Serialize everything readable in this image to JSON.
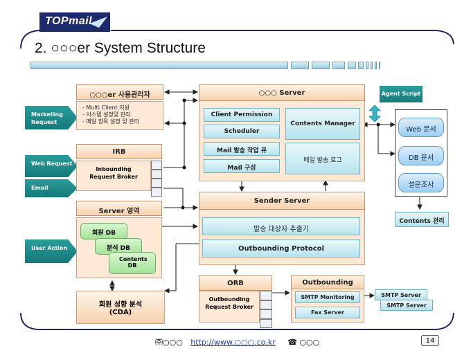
{
  "logo": {
    "text": "TOPmail"
  },
  "slide_title": "2. ○○○er System Structure",
  "blocks": {
    "admin": {
      "title": "○○○er 사용관리자",
      "bullets": [
        "- Multi Client 지원",
        "- 시스템 설정및 관리",
        "- 메일 항목 설정 및 관리"
      ]
    },
    "irb": {
      "title": "IRB",
      "body": "Inbounding Request Broker"
    },
    "server_area": {
      "title": "Server 영역",
      "dbs": [
        "회원 DB",
        "분석 DB",
        "Contents DB"
      ]
    },
    "cda": {
      "line1": "회원 성향 분석",
      "line2": "(CDA)"
    },
    "server": {
      "title": "○○○ Server",
      "items": [
        "Client Permission",
        "Scheduler",
        "Mail 발송 작업 큐",
        "Mail 구성"
      ],
      "contents_manager": "Contents Manager",
      "mail_log": "메일 발송 로그"
    },
    "sender": {
      "title": "Sender Server",
      "items": [
        "발송 대상자 추출기",
        "Outbounding Protocol"
      ]
    },
    "orb": {
      "title": "ORB",
      "body": "Outbounding Request Broker"
    },
    "outbounding": {
      "title": "Outbounding",
      "items": [
        "SMTP Monitoring",
        "Fax Server"
      ]
    },
    "smtp": [
      "SMTP Server",
      "SMTP Server"
    ],
    "agent": "Agent Script",
    "docs": [
      "Web 문서",
      "DB 문서",
      "설문조사"
    ],
    "contents_mgmt": "Contents 관리"
  },
  "tags": [
    "Marketing Request",
    "Web Request",
    "Email",
    "User Action"
  ],
  "footer": {
    "company": "㈜○○○",
    "url": "http://www.○○○.co.kr",
    "phone": "☎ ○○○",
    "page": "14"
  },
  "colors": {
    "teal": "#1b8a88",
    "peach": "#fde9d5",
    "cyan": "#bfe6f0",
    "green": "#a5e29a",
    "blue": "#9ccff3",
    "navy": "#1e2a6e"
  }
}
